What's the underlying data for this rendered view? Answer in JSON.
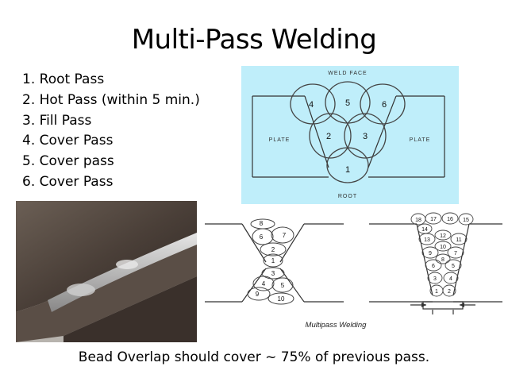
{
  "title": "Multi-Pass Welding",
  "passes": [
    {
      "num": "1.",
      "label": "Root Pass"
    },
    {
      "num": "2.",
      "label": "Hot Pass (within 5 min.)"
    },
    {
      "num": "3.",
      "label": "Fill Pass"
    },
    {
      "num": "4.",
      "label": "Cover Pass"
    },
    {
      "num": "5.",
      "label": "Cover pass"
    },
    {
      "num": "6.",
      "label": "Cover Pass"
    }
  ],
  "top_diagram": {
    "weld_face": "WELD FACE",
    "root": "ROOT",
    "plate_left": "PLATE",
    "plate_right": "PLATE",
    "beads": [
      "1",
      "2",
      "3",
      "4",
      "5",
      "6"
    ],
    "background": "#bfeefa"
  },
  "bottom_diagram": {
    "caption": "Multipass Welding",
    "left_beads": [
      "1",
      "2",
      "3",
      "4",
      "5",
      "6",
      "7",
      "8",
      "9",
      "10"
    ],
    "right_beads": [
      "1",
      "2",
      "3",
      "4",
      "5",
      "6",
      "7",
      "8",
      "9",
      "10",
      "11",
      "12",
      "13",
      "14",
      "15",
      "16",
      "17",
      "18"
    ]
  },
  "footer": "Bead Overlap should cover  ~ 75% of previous pass."
}
